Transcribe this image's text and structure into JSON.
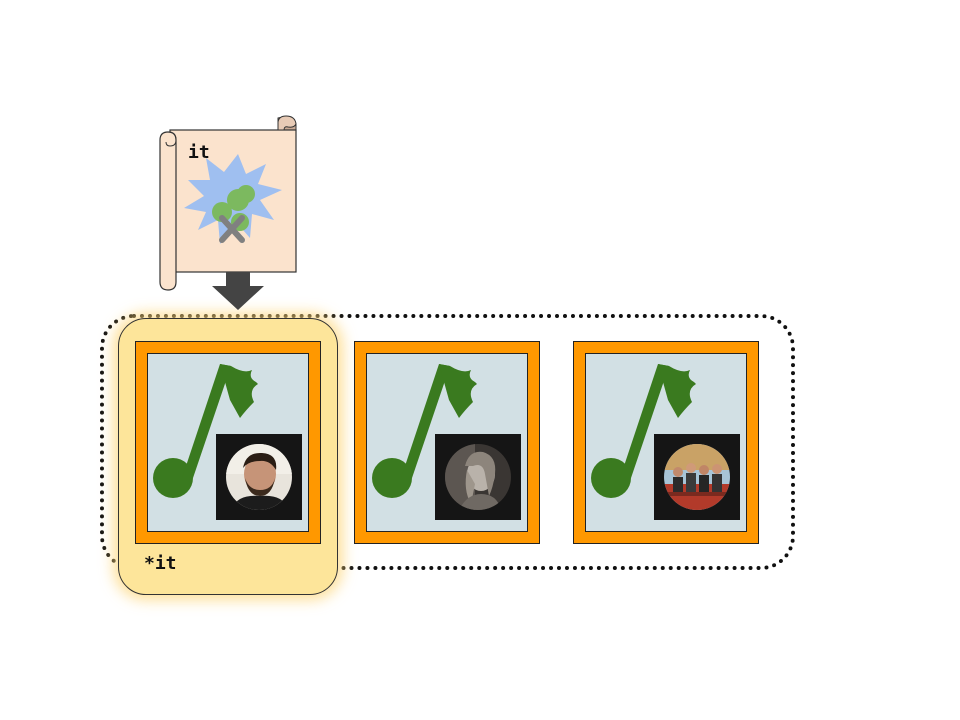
{
  "diagram": {
    "map_label": "it",
    "iterator_label": "*it",
    "items": [
      {
        "photo": "man-with-beard-portrait"
      },
      {
        "photo": "woman-black-and-white-portrait"
      },
      {
        "photo": "band-group-portrait"
      }
    ]
  },
  "colors": {
    "collection_border": "#111111",
    "highlight_fill": "#fde59a",
    "item_frame": "#ff9800",
    "item_background": "#d2e0e4",
    "music_note": "#3a7a1f",
    "scroll_paper": "#fbe3cd",
    "map_splash": "#9fbff0",
    "map_islands": "#7cb95f",
    "map_x_mark": "#808080",
    "arrow": "#444444"
  },
  "icons": [
    "map-scroll-icon",
    "treasure-x-icon",
    "down-arrow-icon",
    "music-note-icon"
  ]
}
